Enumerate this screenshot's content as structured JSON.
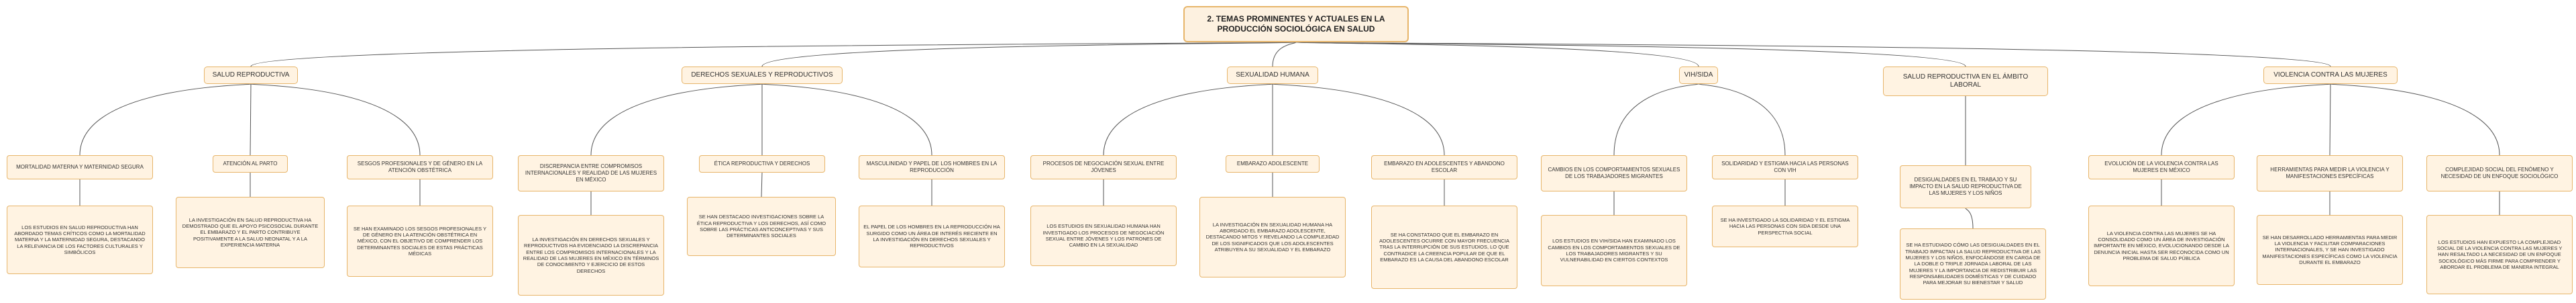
{
  "root": "2. TEMAS PROMINENTES Y ACTUALES EN LA PRODUCCIÓN SOCIOLÓGICA EN SALUD",
  "branches": [
    {
      "label": "SALUD REPRODUCTIVA",
      "children": [
        {
          "label": "MORTALIDAD MATERNA Y MATERNIDAD SEGURA",
          "detail": "LOS ESTUDIOS EN SALUD REPRODUCTIVA HAN ABORDADO TEMAS CRÍTICOS COMO LA MORTALIDAD MATERNA Y LA MATERNIDAD SEGURA, DESTACANDO LA RELEVANCIA DE LOS FACTORES CULTURALES Y SIMBÓLICOS"
        },
        {
          "label": "ATENCIÓN AL PARTO",
          "detail": "LA INVESTIGACIÓN EN SALUD REPRODUCTIVA HA DEMOSTRADO QUE EL APOYO PSICOSOCIAL DURANTE EL EMBARAZO Y EL PARTO CONTRIBUYE POSITIVAMENTE A LA SALUD NEONATAL Y A LA EXPERIENCIA MATERNA"
        },
        {
          "label": "SESGOS PROFESIONALES Y DE GÉNERO EN LA ATENCIÓN OBSTÉTRICA",
          "detail": "SE HAN EXAMINADO LOS SESGOS PROFESIONALES Y DE GÉNERO EN LA ATENCIÓN OBSTÉTRICA EN MÉXICO, CON EL OBJETIVO DE COMPRENDER LOS DETERMINANTES SOCIALES DE ESTAS PRÁCTICAS MÉDICAS"
        }
      ]
    },
    {
      "label": "DERECHOS SEXUALES Y REPRODUCTIVOS",
      "children": [
        {
          "label": "DISCREPANCIA ENTRE COMPROMISOS INTERNACIONALES Y REALIDAD DE LAS MUJERES EN MÉXICO",
          "detail": "LA INVESTIGACIÓN EN DERECHOS SEXUALES Y REPRODUCTIVOS HA EVIDENCIADO LA DISCREPANCIA ENTRE LOS COMPROMISOS INTERNACIONALES Y LA REALIDAD DE LAS MUJERES EN MÉXICO EN TÉRMINOS DE CONOCIMIENTO Y EJERCICIO DE ESTOS DERECHOS"
        },
        {
          "label": "ÉTICA REPRODUCTIVA Y DERECHOS",
          "detail": "SE HAN DESTACADO INVESTIGACIONES SOBRE LA ÉTICA REPRODUCTIVA Y LOS DERECHOS, ASÍ COMO SOBRE LAS PRÁCTICAS ANTICONCEPTIVAS Y SUS DETERMINANTES SOCIALES"
        },
        {
          "label": "MASCULINIDAD Y PAPEL DE LOS HOMBRES EN LA REPRODUCCIÓN",
          "detail": "EL PAPEL DE LOS HOMBRES EN LA REPRODUCCIÓN HA SURGIDO COMO UN ÁREA DE INTERÉS RECIENTE EN LA INVESTIGACIÓN EN DERECHOS SEXUALES Y REPRODUCTIVOS"
        }
      ]
    },
    {
      "label": "SEXUALIDAD HUMANA",
      "children": [
        {
          "label": "PROCESOS DE NEGOCIACIÓN SEXUAL ENTRE JÓVENES",
          "detail": "LOS ESTUDIOS EN SEXUALIDAD HUMANA HAN INVESTIGADO LOS PROCESOS DE NEGOCIACIÓN SEXUAL ENTRE JÓVENES Y LOS PATRONES DE CAMBIO EN LA SEXUALIDAD"
        },
        {
          "label": "EMBARAZO ADOLESCENTE",
          "detail": "LA INVESTIGACIÓN EN SEXUALIDAD HUMANA HA ABORDADO EL EMBARAZO ADOLESCENTE, DESTACANDO MITOS Y REVELANDO LA COMPLEJIDAD DE LOS SIGNIFICADOS QUE LOS ADOLESCENTES ATRIBUYEN A SU SEXUALIDAD Y EL EMBARAZO"
        },
        {
          "label": "EMBARAZO EN ADOLESCENTES Y ABANDONO ESCOLAR",
          "detail": "SE HA CONSTATADO QUE EL EMBARAZO EN ADOLESCENTES OCURRE CON MAYOR FRECUENCIA TRAS LA INTERRUPCIÓN DE SUS ESTUDIOS, LO QUE CONTRADICE LA CREENCIA POPULAR DE QUE EL EMBARAZO ES LA CAUSA DEL ABANDONO ESCOLAR"
        }
      ]
    },
    {
      "label": "VIH/SIDA",
      "children": [
        {
          "label": "CAMBIOS EN LOS COMPORTAMIENTOS SEXUALES DE LOS TRABAJADORES MIGRANTES",
          "detail": "LOS ESTUDIOS EN VIH/SIDA HAN EXAMINADO LOS CAMBIOS EN LOS COMPORTAMIENTOS SEXUALES DE LOS TRABAJADORES MIGRANTES Y SU VULNERABILIDAD EN CIERTOS CONTEXTOS"
        },
        {
          "label": "SOLIDARIDAD Y ESTIGMA HACIA LAS PERSONAS CON VIH",
          "detail": "SE HA INVESTIGADO LA SOLIDARIDAD Y EL ESTIGMA HACIA LAS PERSONAS CON SIDA DESDE UNA PERSPECTIVA SOCIAL"
        }
      ]
    },
    {
      "label": "SALUD REPRODUCTIVA EN EL ÁMBITO LABORAL",
      "children": [
        {
          "label": "DESIGUALDADES EN EL TRABAJO Y SU IMPACTO EN LA SALUD REPRODUCTIVA DE LAS MUJERES Y LOS NIÑOS",
          "detail": "SE HA ESTUDIADO CÓMO LAS DESIGUALDADES EN EL TRABAJO IMPACTAN LA SALUD REPRODUCTIVA DE LAS MUJERES Y LOS NIÑOS, ENFOCÁNDOSE EN CARGA DE LA DOBLE O TRIPLE JORNADA LABORAL DE LAS MUJERES Y LA IMPORTANCIA DE REDISTRIBUIR LAS RESPONSABILIDADES DOMÉSTICAS Y DE CUIDADO PARA MEJORAR SU BIENESTAR Y SALUD"
        }
      ]
    },
    {
      "label": "VIOLENCIA CONTRA LAS MUJERES",
      "children": [
        {
          "label": "EVOLUCIÓN DE LA VIOLENCIA CONTRA LAS MUJERES EN MÉXICO",
          "detail": "LA VIOLENCIA CONTRA LAS MUJERES SE HA CONSOLIDADO COMO UN ÁREA DE INVESTIGACIÓN IMPORTANTE EN MÉXICO, EVOLUCIONANDO DESDE LA DENUNCIA INICIAL HASTA SER RECONOCIDA COMO UN PROBLEMA DE SALUD PÚBLICA"
        },
        {
          "label": "HERRAMIENTAS PARA MEDIR LA VIOLENCIA Y MANIFESTACIONES ESPECÍFICAS",
          "detail": "SE HAN DESARROLLADO HERRAMIENTAS PARA MEDIR LA VIOLENCIA Y FACILITAR COMPARACIONES INTERNACIONALES, Y SE HAN INVESTIGADO MANIFESTACIONES ESPECÍFICAS COMO LA VIOLENCIA DURANTE EL EMBARAZO"
        },
        {
          "label": "COMPLEJIDAD SOCIAL DEL FENÓMENO Y NECESIDAD DE UN ENFOQUE SOCIOLÓGICO",
          "detail": "LOS ESTUDIOS HAN EXPUESTO LA COMPLEJIDAD SOCIAL DE LA VIOLENCIA CONTRA LAS MUJERES Y HAN RESALTADO LA NECESIDAD DE UN ENFOQUE SOCIOLÓGICO MÁS FIRME PARA COMPRENDER Y ABORDAR EL PROBLEMA DE MANERA INTEGRAL"
        }
      ]
    }
  ]
}
